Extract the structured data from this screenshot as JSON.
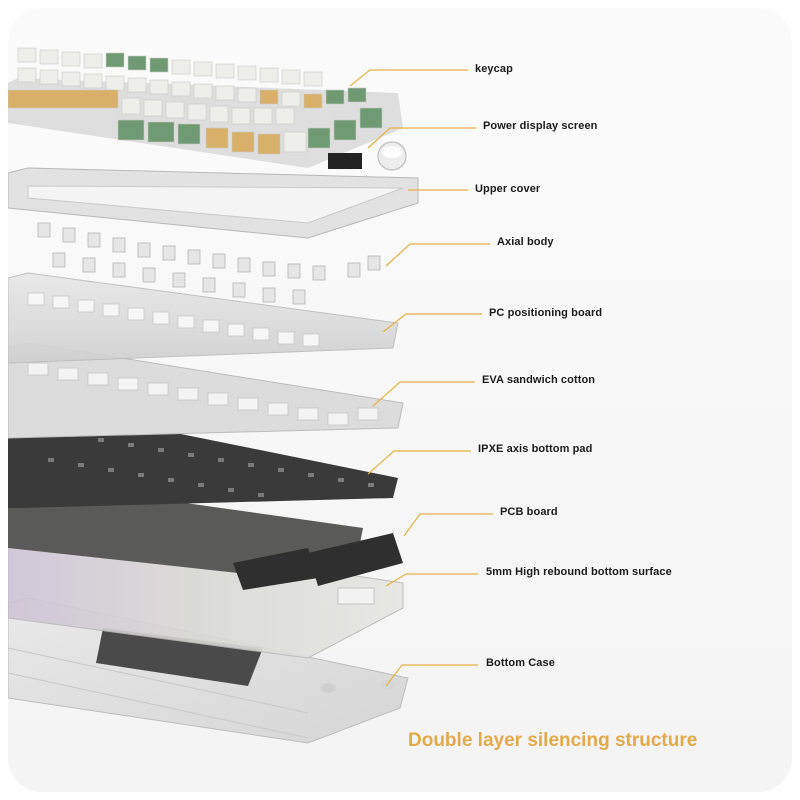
{
  "colors": {
    "leader": "#e6b24a",
    "label": "#1b1b1b",
    "tagline": "#e3a94a",
    "keycap_white": "#eeeeea",
    "keycap_green": "#6f9a74",
    "keycap_gold": "#d8b06a",
    "pcb": "#3a3a3a"
  },
  "layers": [
    {
      "label": "keycap"
    },
    {
      "label": "Power display screen"
    },
    {
      "label": "Upper cover"
    },
    {
      "label": "Axial body"
    },
    {
      "label": "PC positioning board"
    },
    {
      "label": "EVA sandwich cotton"
    },
    {
      "label": "IPXE axis bottom pad"
    },
    {
      "label": "PCB board"
    },
    {
      "label": "5mm High rebound bottom surface"
    },
    {
      "label": "Bottom Case"
    }
  ],
  "tagline": "Double layer silencing structure"
}
